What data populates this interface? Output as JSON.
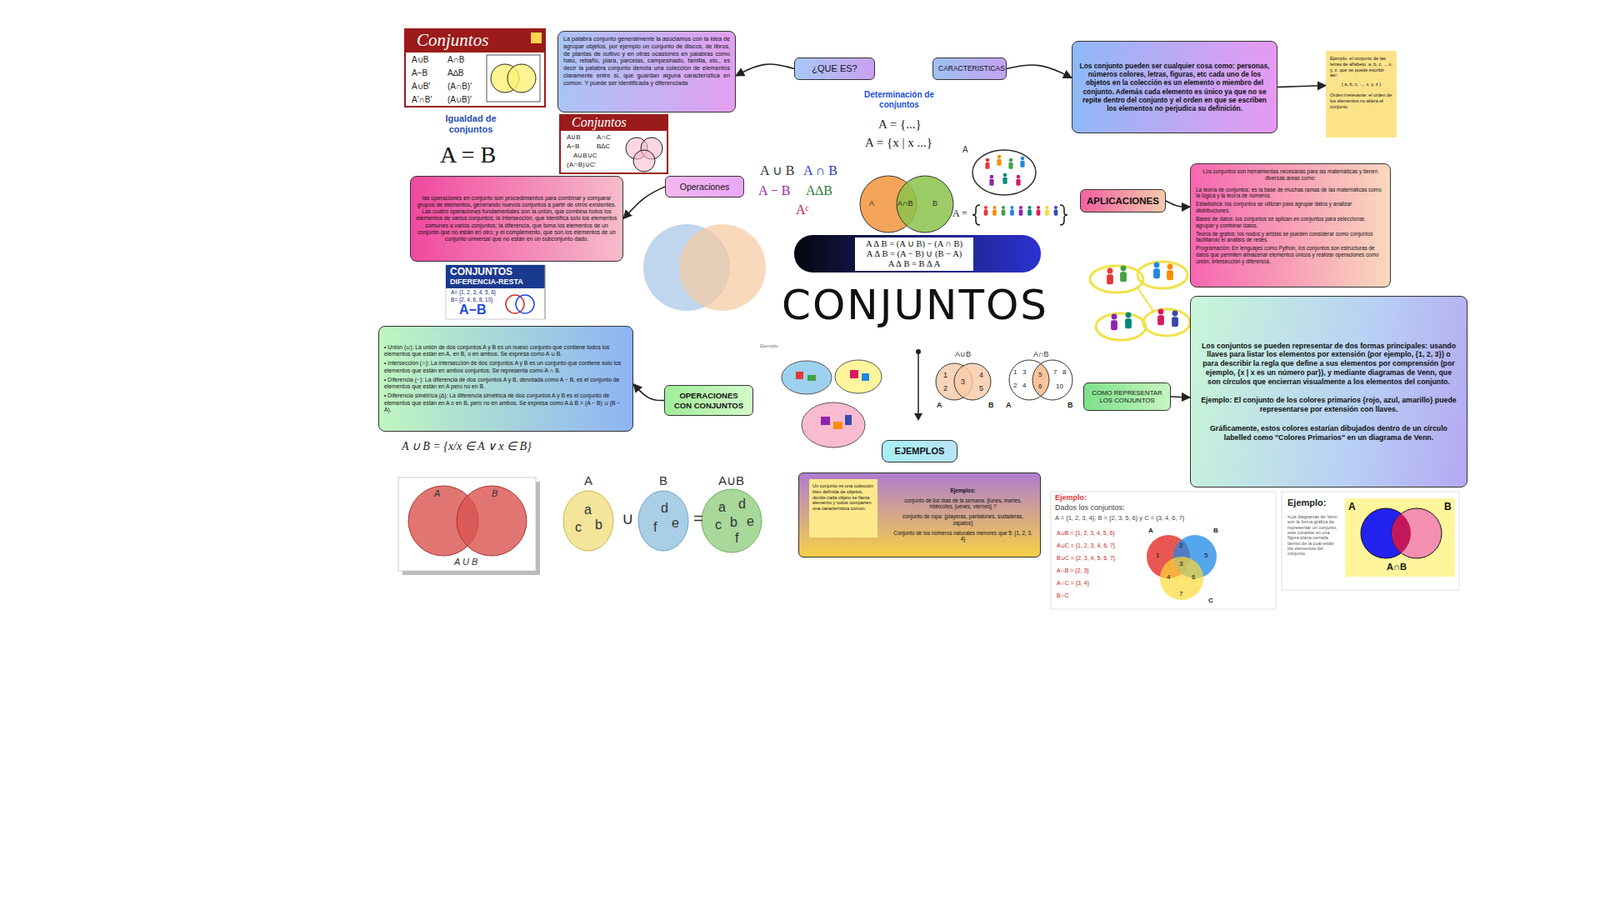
{
  "diagram": {
    "title": "CONJUNTOS",
    "nodes": [
      {
        "text": [
          "La palabra conjunto generalmente la asociamos con la idea de agrupar objetos, por ejemplo un conjunto de discos, de libros, de plantas de cultivo y en otras ocasiones en palabras como hato, rebaño, piara, parcelas, campesinado, familia, etc., es decir la palabra conjunto denota una colección de elementos claramente entre sí, que guardan alguna característica en común. Y puede ser identificada y diferenciada"
        ]
      },
      {
        "text": [
          "¿QUE ES?"
        ]
      },
      {
        "text": [
          "CARACTERISTICAS"
        ]
      },
      {
        "text": [
          "Los conjunto pueden ser cualquier cosa como: personas, números colores, letras, figuras, etc cada uno de los objetos en la colección es un elemento o miembro del conjunto. Además cada elemento es único ya que no se repite dentro del conjunto y el orden en que se escriben los elementos no perjudica su definición."
        ]
      },
      {
        "text": [
          "Ejemplo: el conjunto de las letras de alfabeto: a, b, c, ... x, y, z. que se puede escribir así:",
          "{ a, b, c, ..., x, y, z }",
          "Orden irrelevante: el orden de los elementos no altera el conjunto"
        ]
      },
      {
        "text": [
          "Operaciones"
        ]
      },
      {
        "text": [
          "las operaciones en conjunto son procedimientos para combinar y comparar grupos de elementos, generando nuevos conjuntos a partir de otros existentes. Las cuatro operaciones fundamentales son la unión, que combina todos los elementos de varios conjuntos; la intersección, que identifica solo los elementos comunes a varios conjuntos; la diferencia, que toma los elementos de un conjunto que no están en otro; y el complemento, que son los elementos de un conjunto universal que no están en un subconjunto dado."
        ]
      },
      {
        "text": [
          "APLICACIONES"
        ]
      },
      {
        "text": [
          "Los conjuntos son herramientas necesarias para las matemáticas y tienen diversas áreas como:",
          "La teoría de conjuntos: es la base de muchas ramas de las matemáticas como la lógica y la teoría de números.",
          "Estadística: los conjuntos se utilizan para agrupar datos y analizar distribuciones.",
          "Bases de datos: los conjuntos se aplican en conjuntos para seleccionar, agrupar y combinar datos.",
          "Teoría de grafos: los nodos y aristas se pueden considerar como conjuntos facilitando el análisis de redes.",
          "Programación: En lenguajes como Python, los conjuntos son estructuras de datos que permiten almacenar elementos únicos y realizar operaciones como unión, intersección y diferencia."
        ]
      },
      {
        "text": [
          "A ∆ B = (A ∪ B) − (A ∩ B)",
          "A ∆ B = (A − B) ∪ (B − A)",
          "A ∆ B = B ∆ A"
        ]
      },
      {
        "text": [
          "OPERACIONES CON CONJUNTOS"
        ]
      },
      {
        "text": [
          "• Unión (∪): La unión de dos conjuntos A y B es un nuevo conjunto que contiene todos los elementos que están en A, en B, o en ambos. Se expresa como A ∪ B.",
          "• Intersección (∩): La intersección de dos conjuntos A y B es un conjunto que contiene solo los elementos que están en ambos conjuntos. Se representa como A ∩ B.",
          "• Diferencia (−): La diferencia de dos conjuntos A y B, denotada como A − B, es el conjunto de elementos que están en A pero no en B.",
          "• Diferencia simétrica (∆): La diferencia simétrica de dos conjuntos A y B es el conjunto de elementos que están en A o en B, pero no en ambos. Se expresa como A ∆ B = (A − B) ∪ (B − A)."
        ]
      },
      {
        "text": [
          "COMO REPRESENTAR LOS CONJUNTOS"
        ]
      },
      {
        "text": [
          "Los conjuntos se pueden representar de dos formas principales: usando llaves para listar los elementos por extensión (por ejemplo, {1, 2, 3}) o para describir la regla que define a sus elementos por comprensión (por ejemplo, {x | x es un número par}), y mediante diagramas de Venn, que son círculos que encierran visualmente a los elementos del conjunto.",
          "Ejemplo: El conjunto de los colores primarios {rojo, azul, amarillo} puede representarse por extensión con llaves.",
          "Gráficamente, estos colores estarían dibujados dentro de un círculo labelled como \"Colores Primarios\" en un diagrama de Venn."
        ]
      },
      {
        "text": [
          "EJEMPLOS"
        ]
      },
      {
        "text": [
          "Ejemplos:",
          "conjunto de los días de la semana: {lunes, martes, miércoles, jueves, viernes} ?",
          "conjunto de ropa: {playeras, pantalones, sudaderas, zapatos}",
          "Conjunto de los números naturales menores que 5: {1, 2, 3, 4}"
        ]
      },
      {
        "text": [
          "Un conjunto es una colección bien definida de objetos, donde cada objeto se llama elemento y todos comparten una característica común."
        ],
        "in": 15
      }
    ],
    "edges": [
      {
        "from": 1,
        "to": 0,
        "arrow": "to"
      },
      {
        "from": 2,
        "to": 3,
        "arrow": "to"
      },
      {
        "from": 3,
        "to": 4,
        "arrow": "to"
      },
      {
        "from": 5,
        "to": 6,
        "arrow": "to"
      },
      {
        "from": 7,
        "to": 8,
        "arrow": "to"
      },
      {
        "from": 10,
        "to": 11,
        "arrow": "to"
      },
      {
        "from": 12,
        "to": 13,
        "arrow": "to"
      }
    ],
    "labels": [
      "Conjuntos",
      "A∪B",
      "A∩B",
      "A−B",
      "A∆B",
      "A∪B'",
      "(A∩B)'",
      "A'∩B'",
      "(A∪B)'",
      "Igualdad de conjuntos",
      "A = B",
      "Conjuntos",
      "A∪B",
      "A∩C",
      "A−B",
      "B∆C",
      "A∪B∪C",
      "(A∩B)∪C'",
      "Determinación de conjuntos",
      "A = {...}",
      "A = {x | x ...}",
      "A ∪ B",
      "A ∩ B",
      "A − B",
      "A∆B",
      "Aᶜ",
      "A",
      "A∩B",
      "B",
      "A",
      "A =",
      "CONJUNTOS",
      "DIFERENCIA-RESTA",
      "A= {1, 2, 3, 4, 5, 6}",
      "B= {2, 4, 6, 8, 10}",
      "A−B",
      "Ejemplo",
      "A ∪ B = {x/x ∈ A ∨ x ∈ B}",
      "A",
      "B",
      "A U B",
      "A",
      "B",
      "A∪B",
      "a",
      "c",
      "b",
      "∪",
      "d",
      "f",
      "e",
      "=",
      "a",
      "d",
      "c",
      "b",
      "e",
      "f",
      "A∪B",
      "A∩B",
      "1",
      "2",
      "3",
      "4",
      "5",
      "A",
      "B",
      "1",
      "3",
      "2",
      "4",
      "5",
      "6",
      "7",
      "8",
      "10",
      "A",
      "B",
      "Ejemplo:",
      "Dados los conjuntos:",
      "A = {1, 2, 3, 4}; B = {2, 3, 5, 6} y C = {3, 4, 6, 7}",
      "A∪B = {1, 2, 3, 4, 5, 6}",
      "A∪C = {1, 2, 3, 4, 6, 7}",
      "B∪C = {2, 3, 4, 5, 6, 7}",
      "A∩B = {2, 3}",
      "A∩C = {3, 4}",
      "B∩C",
      "1",
      "2",
      "5",
      "3",
      "4",
      "6",
      "7",
      "A",
      "B",
      "C",
      "Ejemplo:",
      "•Los diagramas de Venn son la forma gráfica de representar un conjunto, este consiste en una figura plana cerrada dentro de la cual están los elementos del conjunto.",
      "A",
      "B",
      "A∩B"
    ]
  }
}
